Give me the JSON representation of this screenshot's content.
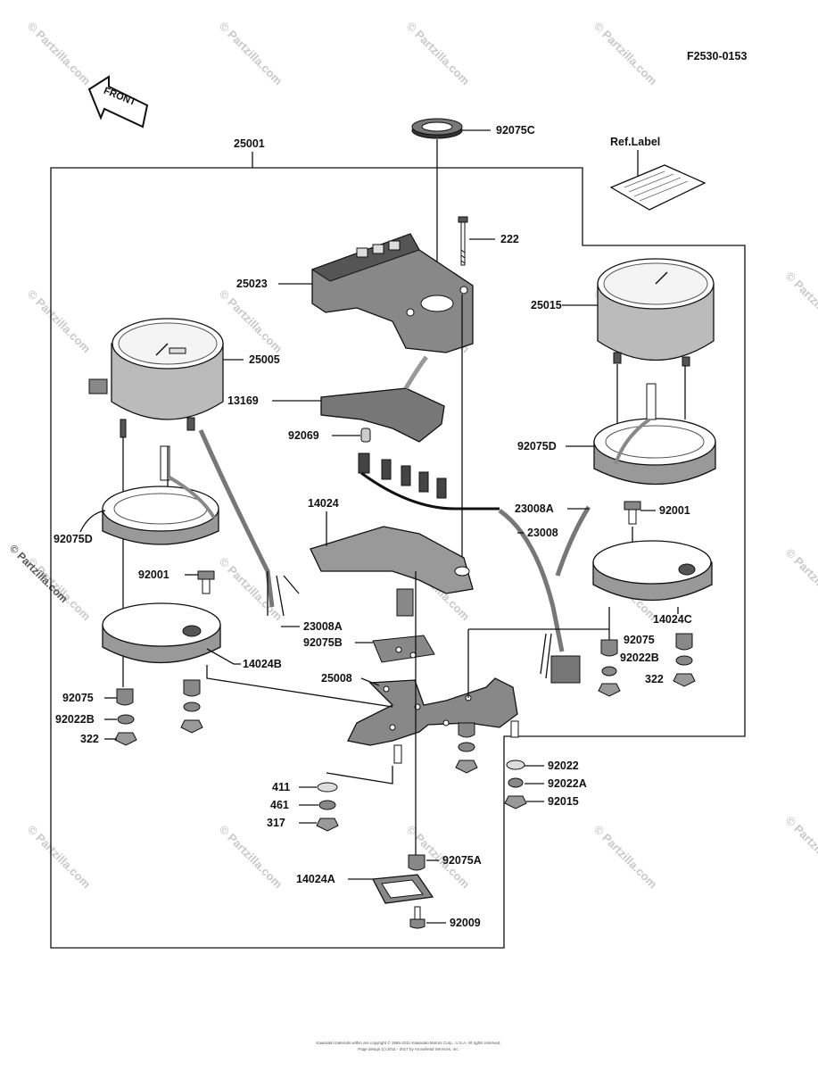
{
  "figure_code": "F2530-0153",
  "front_arrow": "FRONT",
  "ref_label": "Ref.Label",
  "parts": {
    "p25001": "25001",
    "p92075C": "92075C",
    "p222": "222",
    "p25023": "25023",
    "p25015": "25015",
    "p25005": "25005",
    "p13169": "13169",
    "p92069": "92069",
    "p92075D_r": "92075D",
    "p92075D_l": "92075D",
    "p14024": "14024",
    "p23008A_r": "23008A",
    "p92001_r": "92001",
    "p23008": "23008",
    "p92001_l": "92001",
    "p14024C": "14024C",
    "p23008A_l": "23008A",
    "p92075B": "92075B",
    "p14024B": "14024B",
    "p92075_r": "92075",
    "p92022B_r": "92022B",
    "p322_r": "322",
    "p25008": "25008",
    "p92075_l": "92075",
    "p92022B_l": "92022B",
    "p322_l": "322",
    "p92022": "92022",
    "p92022A": "92022A",
    "p411": "411",
    "p92015": "92015",
    "p461": "461",
    "p317": "317",
    "p92075A": "92075A",
    "p14024A": "14024A",
    "p92009": "92009"
  },
  "watermark": "© Partzilla.com",
  "footer_line1": "Kawasaki materials within are copyright © 1965-2011 Kawasaki Motors Corp., U.S.A. All rights reserved.",
  "footer_line2": "Page design (c) 2011 - 2017 by Arrowhead Services, Inc.",
  "colors": {
    "ink": "#111111",
    "paper": "#ffffff",
    "watermark": "#c9c9c9"
  }
}
